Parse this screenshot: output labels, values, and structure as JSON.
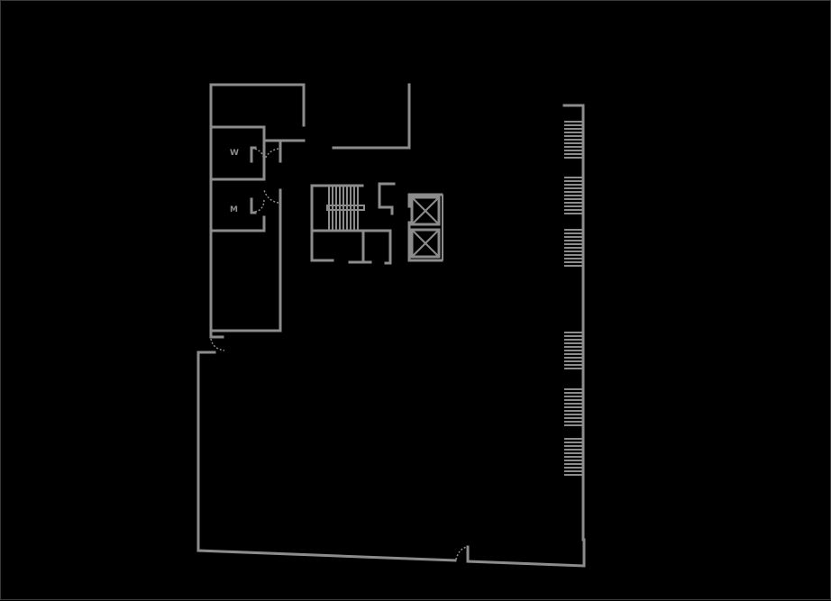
{
  "diagram": {
    "type": "architectural-floor-plan",
    "background": "#000000",
    "line_color": "#8c8c8c",
    "frame_border_color": "#3a3a3a",
    "rooms": [
      {
        "id": "restroom-women",
        "label": "W"
      },
      {
        "id": "restroom-men",
        "label": "M"
      },
      {
        "id": "stairwell",
        "label": ""
      },
      {
        "id": "elevator-1",
        "label": ""
      },
      {
        "id": "elevator-2",
        "label": ""
      },
      {
        "id": "service-corridor",
        "label": ""
      },
      {
        "id": "open-floor",
        "label": ""
      }
    ],
    "window_groups": 6,
    "entrances": 2
  }
}
